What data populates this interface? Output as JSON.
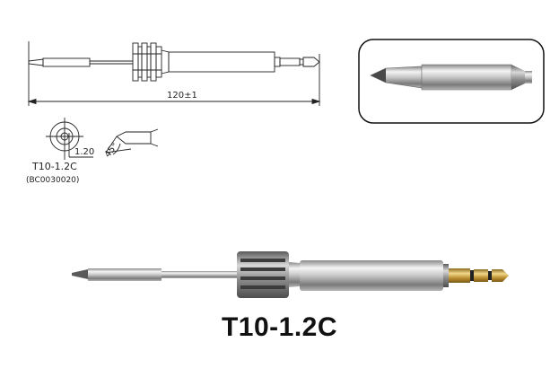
{
  "drawing": {
    "dimension_label": "120±1",
    "tip_width_label": "1.20",
    "angle_label": "45°",
    "part_label": "T10-1.2C",
    "part_code": "(BC0030020)"
  },
  "photo": {
    "title": "T10-1.2C"
  },
  "colors": {
    "line": "#222222",
    "steel_dark": "#6e6e6e",
    "steel_light": "#f2f2f2",
    "gold": "#c9a040"
  },
  "icons": [
    "soldering-tip-drawing",
    "tip-closeup-icon",
    "tip-front-view-icon",
    "audio-jack-plug-icon"
  ]
}
